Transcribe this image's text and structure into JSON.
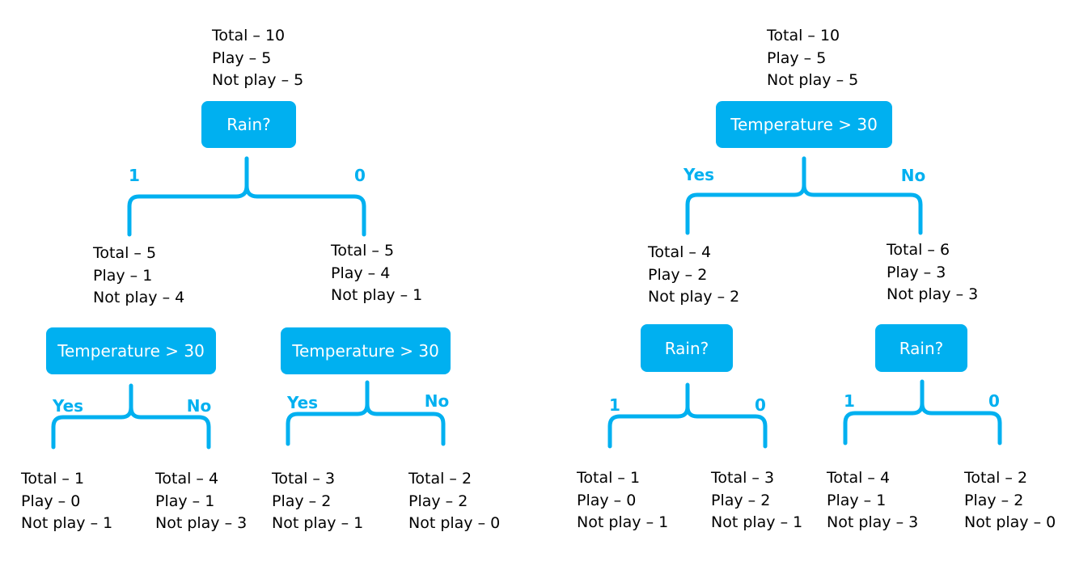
{
  "trees": [
    {
      "root": {
        "stats": {
          "total": "Total – 10",
          "play": "Play – 5",
          "notplay": "Not play – 5"
        },
        "question": "Rain?",
        "left_label": "1",
        "right_label": "0"
      },
      "left": {
        "stats": {
          "total": "Total – 5",
          "play": "Play – 1",
          "notplay": "Not play – 4"
        },
        "question": "Temperature > 30",
        "left_label": "Yes",
        "right_label": "No",
        "leaves": [
          {
            "total": "Total – 1",
            "play": "Play – 0",
            "notplay": "Not play – 1"
          },
          {
            "total": "Total – 4",
            "play": "Play – 1",
            "notplay": "Not play – 3"
          }
        ]
      },
      "right": {
        "stats": {
          "total": "Total – 5",
          "play": "Play – 4",
          "notplay": "Not play – 1"
        },
        "question": "Temperature > 30",
        "left_label": "Yes",
        "right_label": "No",
        "leaves": [
          {
            "total": "Total – 3",
            "play": "Play – 2",
            "notplay": "Not play – 1"
          },
          {
            "total": "Total – 2",
            "play": "Play – 2",
            "notplay": "Not play – 0"
          }
        ]
      }
    },
    {
      "root": {
        "stats": {
          "total": "Total – 10",
          "play": "Play – 5",
          "notplay": "Not play – 5"
        },
        "question": "Temperature > 30",
        "left_label": "Yes",
        "right_label": "No"
      },
      "left": {
        "stats": {
          "total": "Total – 4",
          "play": "Play – 2",
          "notplay": "Not play – 2"
        },
        "question": "Rain?",
        "left_label": "1",
        "right_label": "0",
        "leaves": [
          {
            "total": "Total – 1",
            "play": "Play – 0",
            "notplay": "Not play – 1"
          },
          {
            "total": "Total – 3",
            "play": "Play – 2",
            "notplay": "Not play – 1"
          }
        ]
      },
      "right": {
        "stats": {
          "total": "Total – 6",
          "play": "Play – 3",
          "notplay": "Not play – 3"
        },
        "question": "Rain?",
        "left_label": "1",
        "right_label": "0",
        "leaves": [
          {
            "total": "Total – 4",
            "play": "Play – 1",
            "notplay": "Not play – 3"
          },
          {
            "total": "Total – 2",
            "play": "Play – 2",
            "notplay": "Not play – 0"
          }
        ]
      }
    }
  ],
  "colors": {
    "accent": "#00b0f0",
    "text": "#000000",
    "node_text": "#ffffff"
  }
}
